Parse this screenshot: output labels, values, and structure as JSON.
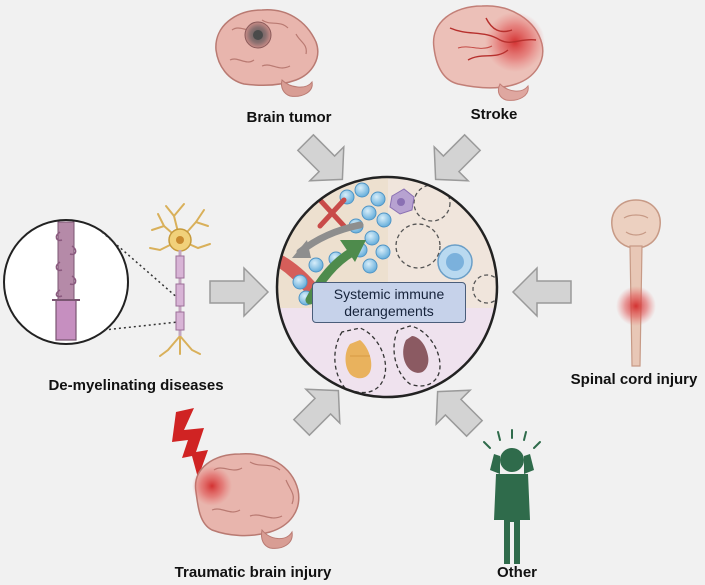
{
  "center": {
    "line1": "Systemic immune",
    "line2": "derangements"
  },
  "conditions": {
    "brain_tumor": "Brain tumor",
    "stroke": "Stroke",
    "demyelinating": "De-myelinating diseases",
    "spinal_cord": "Spinal cord injury",
    "tbi": "Traumatic brain injury",
    "other": "Other"
  },
  "colors": {
    "background": "#f1f1f1",
    "arrow_fill": "#d3d3d3",
    "brain_pink": "#e8b5ad",
    "lesion_red": "#d63a3a",
    "neuron_yellow": "#f1d17a",
    "myelin_purple": "#b97fb0",
    "person_green": "#2f6b4b",
    "label_box": "#c6d2ea",
    "immune_cell_blue": "#8cc7e8"
  }
}
